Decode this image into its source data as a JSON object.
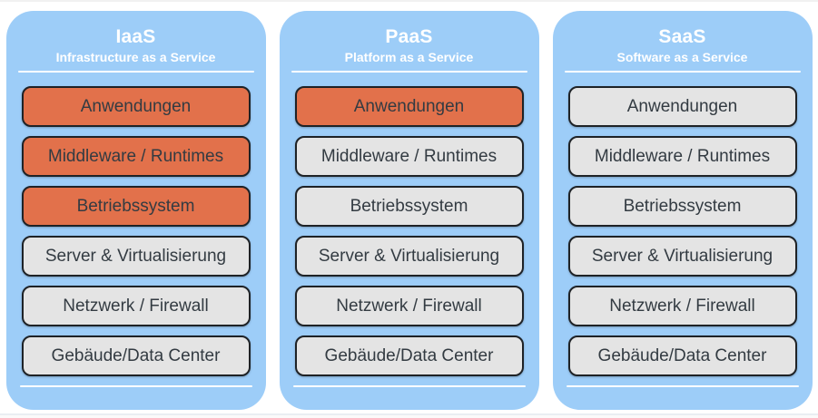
{
  "diagram": {
    "colors": {
      "column_background": "#9DCDF8",
      "user_managed_fill": "#E2714B",
      "provider_managed_fill": "#E4E4E4",
      "box_border": "#1e2226",
      "box_text": "#333B42",
      "header_text": "#ffffff",
      "divider_color": "#ffffff"
    },
    "columns": [
      {
        "id": "iaas",
        "title": "IaaS",
        "subtitle": "Infrastructure as a Service",
        "layers": [
          {
            "label": "Anwendungen",
            "user_managed": true
          },
          {
            "label": "Middleware / Runtimes",
            "user_managed": true
          },
          {
            "label": "Betriebssystem",
            "user_managed": true
          },
          {
            "label": "Server & Virtualisierung",
            "user_managed": false
          },
          {
            "label": "Netzwerk / Firewall",
            "user_managed": false
          },
          {
            "label": "Gebäude/Data Center",
            "user_managed": false
          }
        ]
      },
      {
        "id": "paas",
        "title": "PaaS",
        "subtitle": "Platform as a Service",
        "layers": [
          {
            "label": "Anwendungen",
            "user_managed": true
          },
          {
            "label": "Middleware / Runtimes",
            "user_managed": false
          },
          {
            "label": "Betriebssystem",
            "user_managed": false
          },
          {
            "label": "Server & Virtualisierung",
            "user_managed": false
          },
          {
            "label": "Netzwerk / Firewall",
            "user_managed": false
          },
          {
            "label": "Gebäude/Data Center",
            "user_managed": false
          }
        ]
      },
      {
        "id": "saas",
        "title": "SaaS",
        "subtitle": "Software as a Service",
        "layers": [
          {
            "label": "Anwendungen",
            "user_managed": false
          },
          {
            "label": "Middleware / Runtimes",
            "user_managed": false
          },
          {
            "label": "Betriebssystem",
            "user_managed": false
          },
          {
            "label": "Server & Virtualisierung",
            "user_managed": false
          },
          {
            "label": "Netzwerk / Firewall",
            "user_managed": false
          },
          {
            "label": "Gebäude/Data Center",
            "user_managed": false
          }
        ]
      }
    ]
  }
}
